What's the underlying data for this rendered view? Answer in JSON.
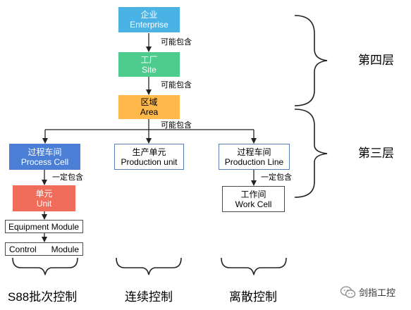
{
  "colors": {
    "enterprise": "#4ab2e5",
    "site": "#4dcc8d",
    "area": "#ffb84a",
    "process_cell": "#4b7fd6",
    "unit": "#ef6d5a",
    "line": "#222222"
  },
  "boxes": {
    "enterprise": {
      "zh": "企业",
      "en": "Enterprise"
    },
    "site": {
      "zh": "工厂",
      "en": "Site"
    },
    "area": {
      "zh": "区域",
      "en": "Area"
    },
    "process_cell": {
      "zh": "过程车间",
      "en": "Process Cell"
    },
    "production_unit": {
      "zh": "生产单元",
      "en": "Production unit"
    },
    "production_line": {
      "zh": "过程车间",
      "en": "Production Line"
    },
    "unit": {
      "zh": "单元",
      "en": "Unit"
    },
    "work_cell": {
      "zh": "工作间",
      "en": "Work Cell"
    },
    "equipment_module": "Equipment Module",
    "control_module_left": "Control",
    "control_module_right": "Module"
  },
  "relations": {
    "enterprise_site": "可能包含",
    "site_area": "可能包含",
    "area_children": "可能包含",
    "cell_unit": "一定包含",
    "line_workcell": "一定包含"
  },
  "levels": {
    "level4": "第四层",
    "level3": "第三层"
  },
  "categories": {
    "batch": "S88批次控制",
    "continuous": "连续控制",
    "discrete": "离散控制"
  },
  "watermark": {
    "icon": "wechat-icon",
    "text": "剑指工控"
  }
}
